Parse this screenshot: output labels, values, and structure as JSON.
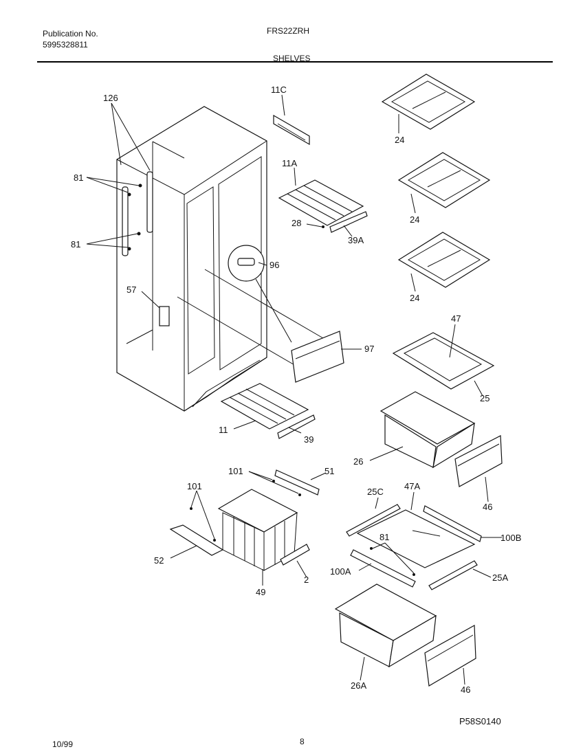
{
  "header": {
    "publication_label": "Publication No.",
    "publication_number": "5995328811",
    "model": "FRS22ZRH",
    "section": "SHELVES"
  },
  "footer": {
    "date": "10/99",
    "page": "8",
    "diagram_id": "P58S0140"
  },
  "callouts": {
    "c126": "126",
    "c81a": "81",
    "c81b": "81",
    "c57": "57",
    "c11c": "11C",
    "c11a": "11A",
    "c28": "28",
    "c39a": "39A",
    "c96": "96",
    "c97": "97",
    "c11": "11",
    "c39": "39",
    "c24a": "24",
    "c24b": "24",
    "c24c": "24",
    "c47": "47",
    "c25": "25",
    "c26": "26",
    "c46a": "46",
    "c101a": "101",
    "c51": "51",
    "c101b": "101",
    "c52": "52",
    "c49": "49",
    "c2": "2",
    "c25c": "25C",
    "c47a": "47A",
    "c81c": "81",
    "c100b": "100B",
    "c100a": "100A",
    "c25a": "25A",
    "c26a": "26A",
    "c46b": "46"
  }
}
